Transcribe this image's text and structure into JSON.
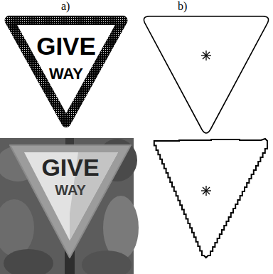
{
  "diagram": {
    "nodes": [
      {
        "text": [
          "GIVE",
          "WAY"
        ]
      },
      {
        "text": [
          "GIVE",
          "WAY"
        ]
      }
    ],
    "labels": [
      "a)",
      "b)"
    ]
  }
}
